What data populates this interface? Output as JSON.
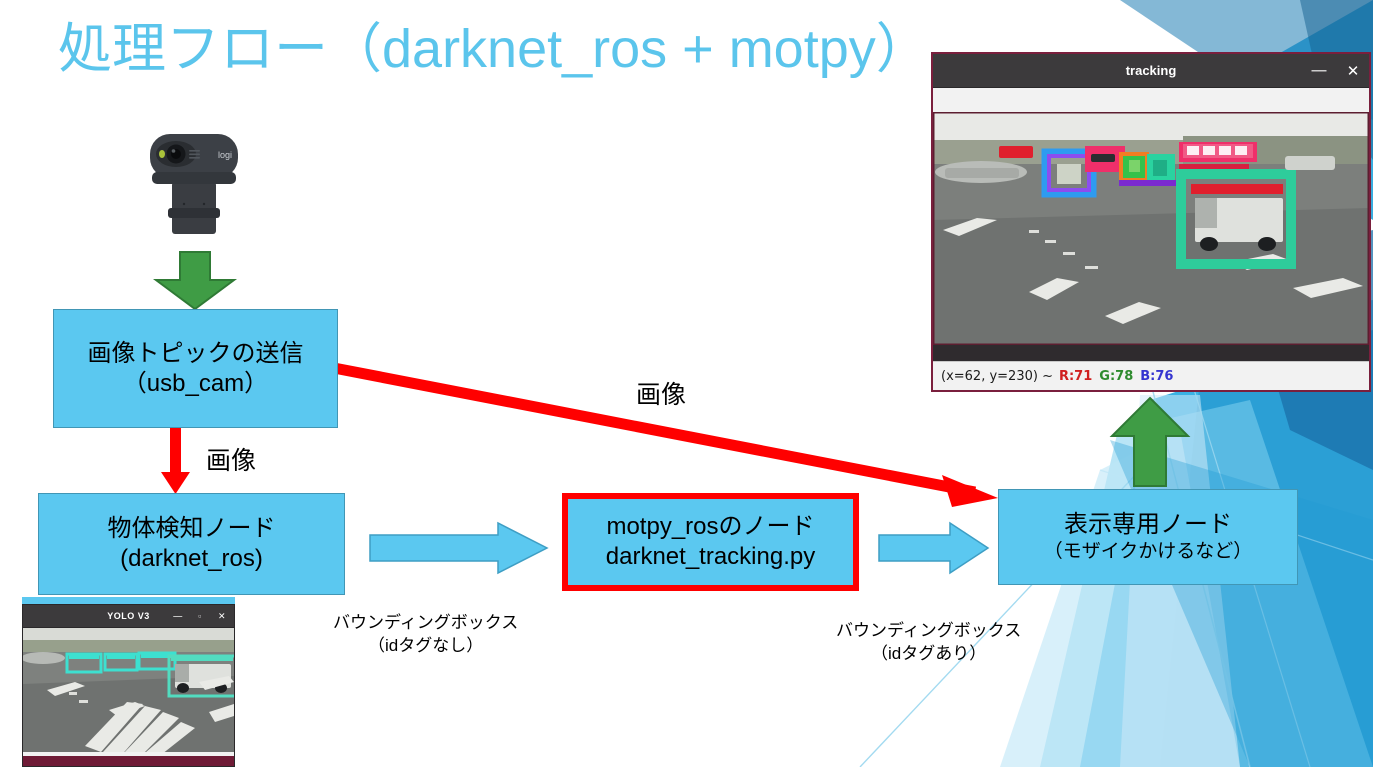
{
  "slide": {
    "title": "処理フロー（darknet_ros + motpy）",
    "title_color": "#5BC5EC",
    "background_color": "#FFFFFF"
  },
  "theme": {
    "box_fill": "#5BC8F0",
    "box_border": "#4196B5",
    "highlight_border": "#FF0000",
    "green_arrow": "#3F9C45",
    "red_arrow": "#FF0000",
    "blue_arrow": "#5BC8F0",
    "decor_light": "#CFEAF7",
    "decor_mid": "#29ABE2",
    "decor_dark": "#1F7EB5"
  },
  "nodes": [
    {
      "id": "usb-cam",
      "line1": "画像トピックの送信",
      "line2": "（usb_cam）",
      "highlighted": false
    },
    {
      "id": "darknet-ros",
      "line1": "物体検知ノード",
      "line2": "(darknet_ros)",
      "highlighted": false
    },
    {
      "id": "motpy-ros",
      "line1": "motpy_rosのノード",
      "line2": "darknet_tracking.py",
      "highlighted": true
    },
    {
      "id": "display-node",
      "line1": "表示専用ノード",
      "line2": "（モザイクかけるなど）",
      "highlighted": false
    }
  ],
  "flow_labels": {
    "image_vertical": "画像",
    "image_diagonal": "画像",
    "bbox_no_id_line1": "バウンディングボックス",
    "bbox_no_id_line2": "（idタグなし）",
    "bbox_with_id_line1": "バウンディングボックス",
    "bbox_with_id_line2": "（idタグあり）"
  },
  "webcam": {
    "brand": "logi",
    "alt": "logitech-webcam"
  },
  "tracking_window": {
    "title": "tracking",
    "minimize_glyph": "—",
    "close_glyph": "✕",
    "status": {
      "coords": "(x=62, y=230) ~",
      "r": "R:71",
      "g": "G:78",
      "b": "B:76",
      "r_color": "#D02020",
      "g_color": "#2E8B2E",
      "b_color": "#3535D0"
    }
  },
  "yolo_window": {
    "title": "YOLO V3",
    "minimize_glyph": "—",
    "maximize_glyph": "▫",
    "close_glyph": "✕"
  },
  "arrows": [
    {
      "id": "webcam-to-usbcam",
      "kind": "green-down",
      "label": ""
    },
    {
      "id": "usbcam-to-darknet",
      "kind": "red-down",
      "label": "画像"
    },
    {
      "id": "usbcam-to-display",
      "kind": "red-diagonal",
      "label": "画像"
    },
    {
      "id": "darknet-to-motpy",
      "kind": "blue-right",
      "label": "バウンディングボックス（idタグなし）"
    },
    {
      "id": "motpy-to-display",
      "kind": "blue-right",
      "label": "バウンディングボックス（idタグあり）"
    },
    {
      "id": "display-to-tracking",
      "kind": "green-up",
      "label": ""
    }
  ]
}
